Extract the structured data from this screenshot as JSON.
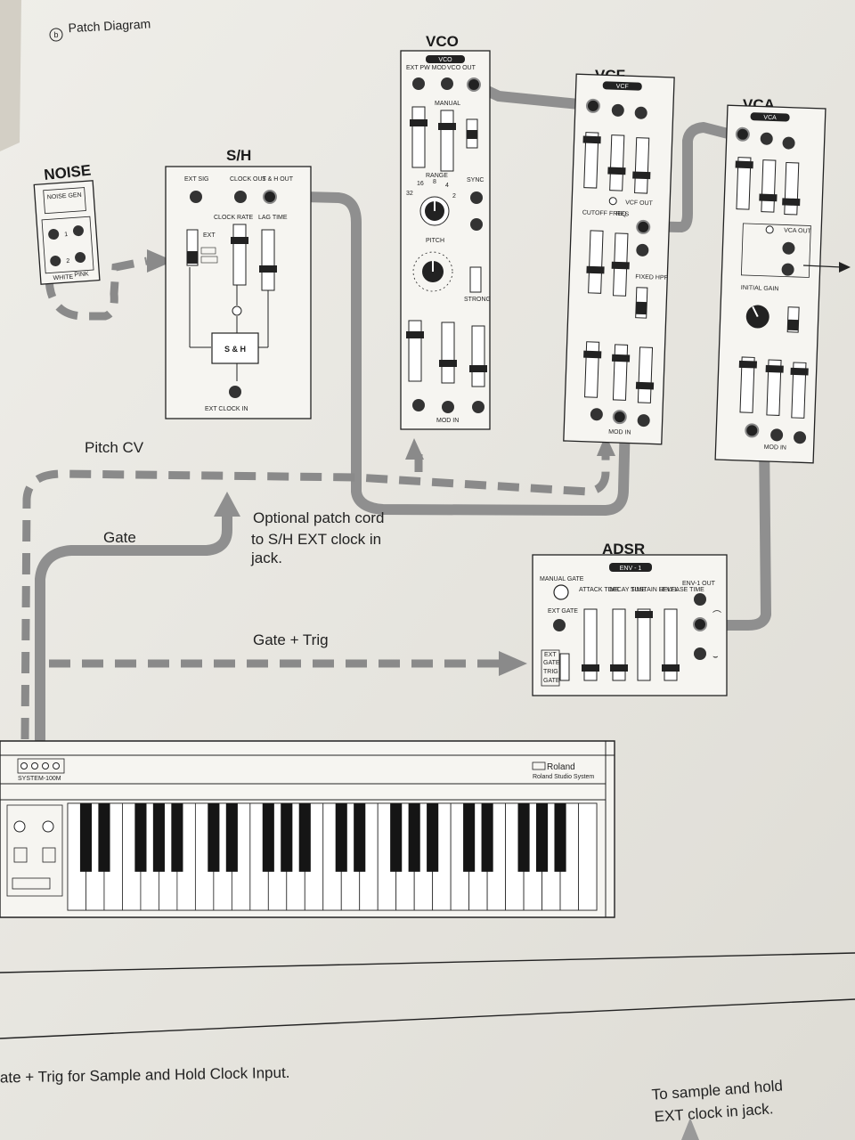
{
  "header": {
    "marker": "b",
    "title": "Patch Diagram"
  },
  "modules": {
    "noise": {
      "title": "NOISE",
      "panel": "NOISE GEN",
      "out1": "1",
      "out2": "2",
      "white": "WHITE",
      "pink": "PINK"
    },
    "sh": {
      "title": "S/H",
      "ext_sig": "EXT SIG",
      "clock_out": "CLOCK OUT",
      "sh_out": "S & H OUT",
      "clock_rate": "CLOCK RATE",
      "lag_time": "LAG TIME",
      "box": "S & H",
      "ext_clock_in": "EXT CLOCK IN",
      "sw1": "EXT",
      "sw2": "",
      "sw3": ""
    },
    "vco": {
      "title": "VCO",
      "badge": "VCO",
      "ext_pw_mod": "EXT PW MOD",
      "vco_out": "VCO OUT",
      "manual": "MANUAL",
      "range": "RANGE",
      "sync": "SYNC",
      "pitch": "PITCH",
      "strong": "STRONG",
      "mod_in": "MOD IN",
      "range_marks": [
        "32",
        "16",
        "8",
        "4",
        "2"
      ]
    },
    "vcf": {
      "title": "VCF",
      "badge": "VCF",
      "vcf_out": "VCF OUT",
      "cutoff": "CUTOFF FREQ",
      "res": "RES",
      "fixed_hpf": "FIXED HPF",
      "mod_in": "MOD IN"
    },
    "vca": {
      "title": "VCA",
      "badge": "VCA",
      "vca_out": "VCA OUT",
      "initial_gain": "INITIAL GAIN",
      "mod_in": "MOD IN"
    },
    "adsr": {
      "title": "ADSR",
      "badge": "ENV - 1",
      "manual_gate": "MANUAL GATE",
      "ext_gate": "EXT GATE",
      "attack": "ATTACK TIME",
      "decay": "DECAY TIME",
      "sustain": "SUSTAIN LEVEL",
      "release": "RELEASE TIME",
      "env_out": "ENV-1 OUT",
      "ext": "EXT",
      "gate": "GATE",
      "trig": "TRIG",
      "gate2": "GATE"
    }
  },
  "annotations": {
    "pitch_cv": "Pitch CV",
    "gate": "Gate",
    "optional_note": [
      "Optional patch cord",
      "to S/H EXT clock in",
      "jack."
    ],
    "gate_trig": "Gate + Trig"
  },
  "keyboard": {
    "model": "SYSTEM-100M",
    "brand": "Roland",
    "subtitle": "Roland Studio System"
  },
  "footer": {
    "caption": "ate + Trig for Sample and Hold Clock Input.",
    "note_lines": [
      "To sample and hold",
      "EXT clock in jack."
    ]
  },
  "colors": {
    "paper": "#ecebe6",
    "cord": "#8f8f8f",
    "ink": "#1e1e1e"
  }
}
